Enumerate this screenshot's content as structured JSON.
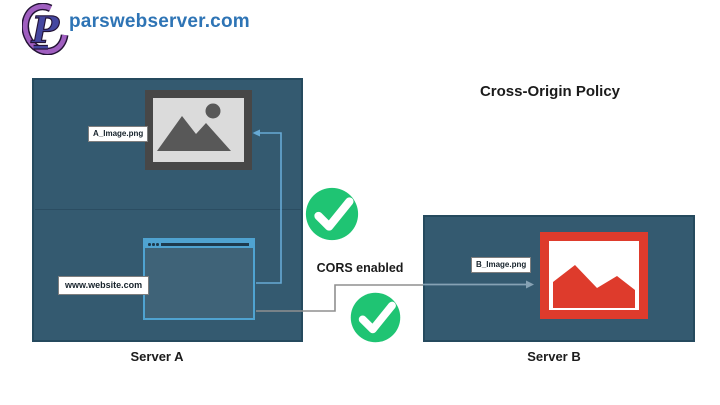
{
  "header": {
    "brand_text": "parswebserver.com",
    "logo_icon": "parswebserver-swirl-p-logo"
  },
  "diagram": {
    "title": "Cross-Origin Policy",
    "cors_label": "CORS enabled",
    "server_a": {
      "caption": "Server A",
      "image_tag": "A_Image.png",
      "browser_tag": "www.website.com"
    },
    "server_b": {
      "caption": "Server B",
      "image_tag": "B_Image.png"
    },
    "status_icons": [
      "check-allowed",
      "check-allowed"
    ]
  },
  "colors": {
    "server_box": "#345A70",
    "server_border": "#254A5E",
    "accent_green": "#1FC473",
    "browser_blue": "#4FA3D1",
    "image_a_frame": "#474747",
    "image_b_red": "#DE3B2C",
    "brand_blue": "#2E74B5",
    "logo_purple": "#A05FC0",
    "connector_gray": "#8F8F8F",
    "connector_blue": "#66A9D4"
  }
}
